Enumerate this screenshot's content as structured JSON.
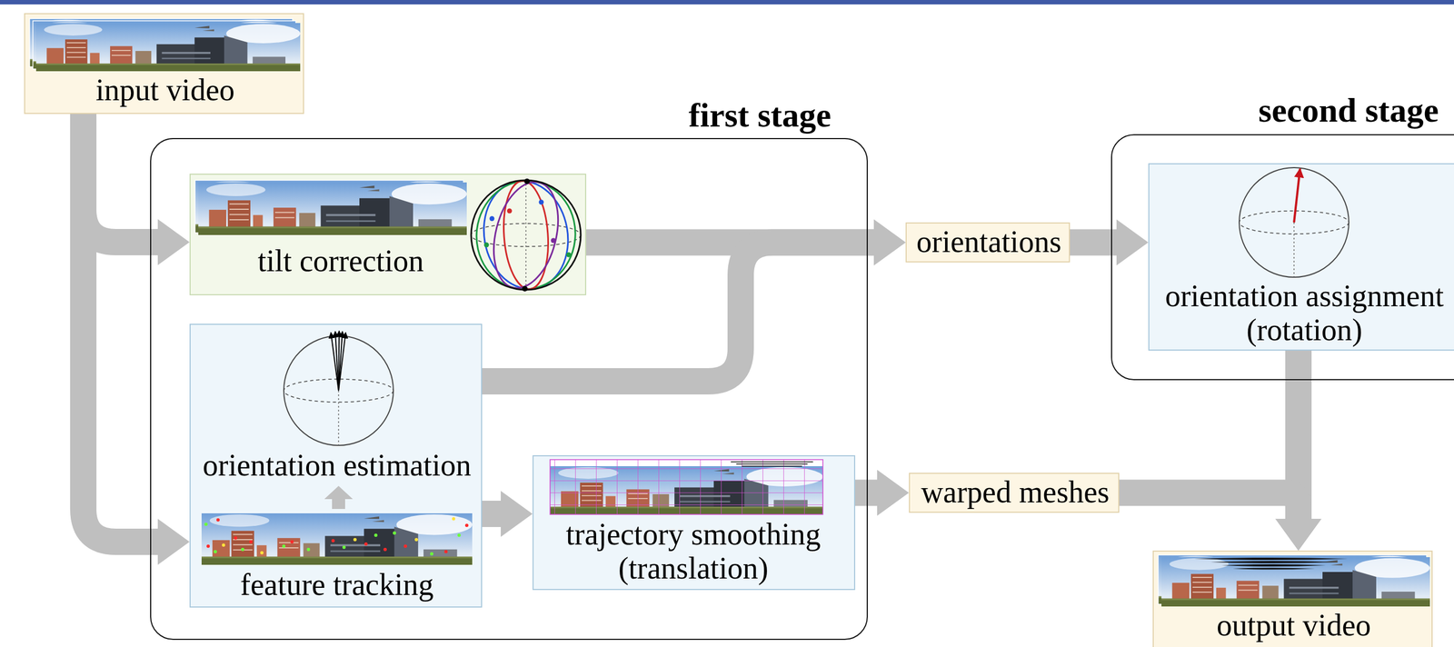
{
  "diagram": {
    "nodes": [
      {
        "text": [
          "input video"
        ]
      },
      {
        "text": [
          "first stage"
        ]
      },
      {
        "text": [
          "tilt correction"
        ],
        "in": 1
      },
      {
        "text": [
          "orientation estimation",
          "feature tracking"
        ],
        "in": 1
      },
      {
        "text": [
          "trajectory smoothing (translation)"
        ],
        "in": 1
      },
      {
        "text": [
          "orientations"
        ]
      },
      {
        "text": [
          "second stage"
        ]
      },
      {
        "text": [
          "orientation assignment (rotation)"
        ],
        "in": 6
      },
      {
        "text": [
          "warped meshes"
        ]
      },
      {
        "text": [
          "output video"
        ]
      }
    ],
    "edges": [
      {
        "from": 0,
        "to": 2,
        "arrow": "to"
      },
      {
        "from": 0,
        "to": 3,
        "arrow": "to"
      },
      {
        "from": 2,
        "to": 5,
        "arrow": "to"
      },
      {
        "from": 3,
        "to": 5,
        "arrow": "to"
      },
      {
        "from": 5,
        "to": 7,
        "arrow": "to"
      },
      {
        "from": 3,
        "to": 4,
        "arrow": "to"
      },
      {
        "from": 4,
        "to": 8,
        "arrow": "to"
      },
      {
        "from": 7,
        "to": 9,
        "arrow": "to"
      },
      {
        "from": 8,
        "to": 9,
        "arrow": "to"
      }
    ]
  }
}
